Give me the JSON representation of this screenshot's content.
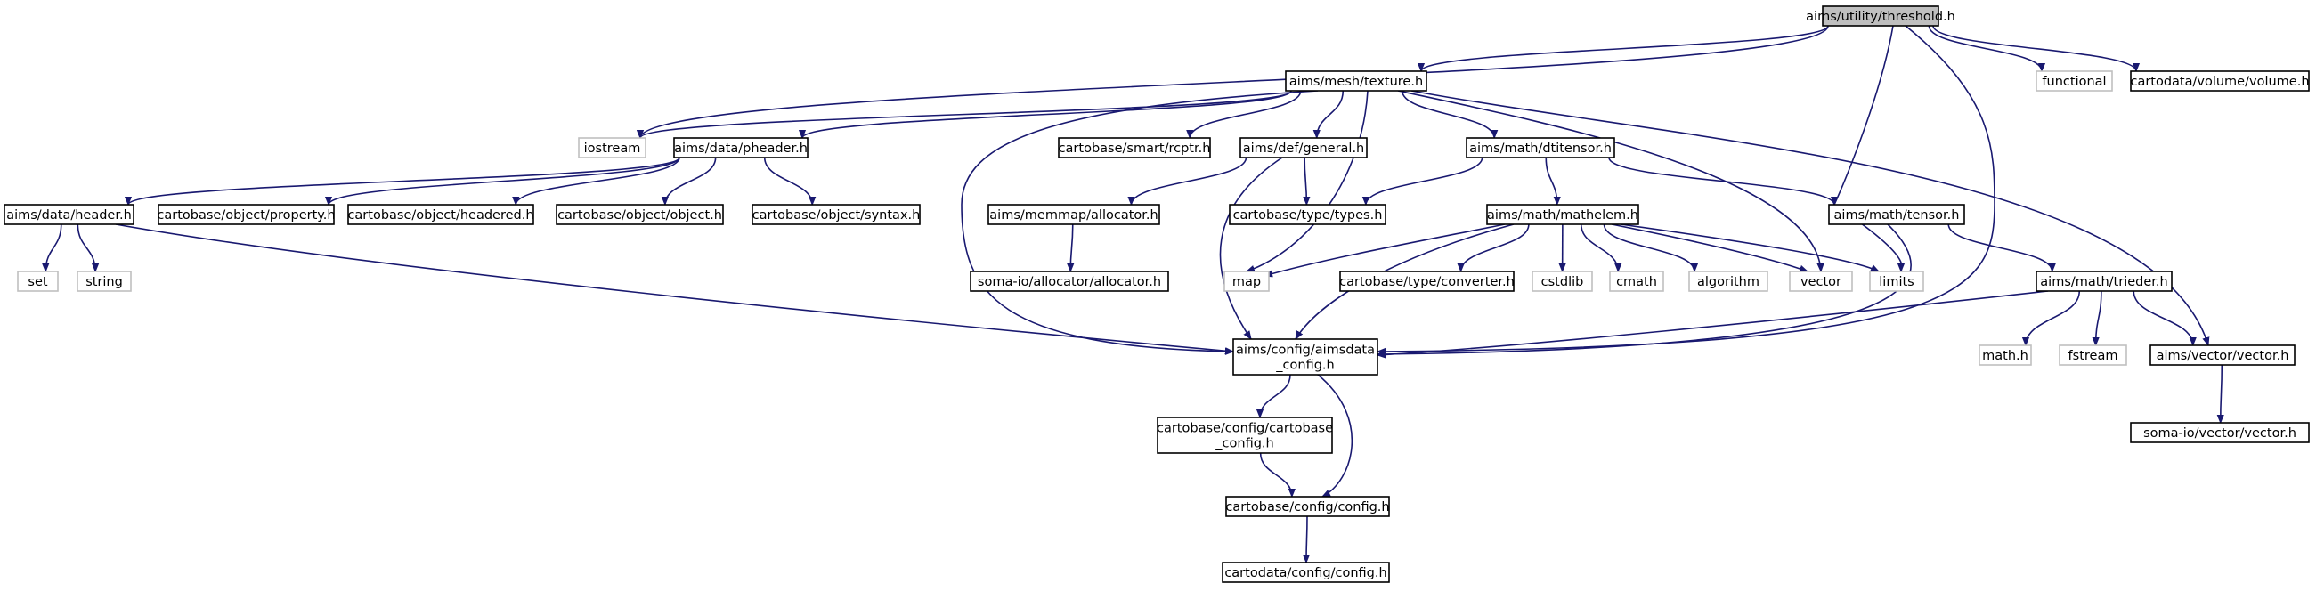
{
  "diagram": {
    "root": "threshold",
    "nodes": {
      "threshold": {
        "lines": [
          "aims/utility/threshold.h"
        ],
        "kind": "root"
      },
      "texture": {
        "lines": [
          "aims/mesh/texture.h"
        ],
        "kind": "doc"
      },
      "iostream": {
        "lines": [
          "iostream"
        ],
        "kind": "external"
      },
      "functional": {
        "lines": [
          "functional"
        ],
        "kind": "external"
      },
      "volume": {
        "lines": [
          "cartodata/volume/volume.h"
        ],
        "kind": "doc"
      },
      "pheader": {
        "lines": [
          "aims/data/pheader.h"
        ],
        "kind": "doc"
      },
      "rcptr": {
        "lines": [
          "cartobase/smart/rcptr.h"
        ],
        "kind": "doc"
      },
      "general": {
        "lines": [
          "aims/def/general.h"
        ],
        "kind": "doc"
      },
      "dtitensor": {
        "lines": [
          "aims/math/dtitensor.h"
        ],
        "kind": "doc"
      },
      "header": {
        "lines": [
          "aims/data/header.h"
        ],
        "kind": "doc"
      },
      "property": {
        "lines": [
          "cartobase/object/property.h"
        ],
        "kind": "doc"
      },
      "headered": {
        "lines": [
          "cartobase/object/headered.h"
        ],
        "kind": "doc"
      },
      "object": {
        "lines": [
          "cartobase/object/object.h"
        ],
        "kind": "doc"
      },
      "syntax": {
        "lines": [
          "cartobase/object/syntax.h"
        ],
        "kind": "doc"
      },
      "allocator": {
        "lines": [
          "aims/memmap/allocator.h"
        ],
        "kind": "doc"
      },
      "types": {
        "lines": [
          "cartobase/type/types.h"
        ],
        "kind": "doc"
      },
      "mathelem": {
        "lines": [
          "aims/math/mathelem.h"
        ],
        "kind": "doc"
      },
      "tensor": {
        "lines": [
          "aims/math/tensor.h"
        ],
        "kind": "doc"
      },
      "set": {
        "lines": [
          "set"
        ],
        "kind": "external"
      },
      "string": {
        "lines": [
          "string"
        ],
        "kind": "external"
      },
      "somaalloc": {
        "lines": [
          "soma-io/allocator/allocator.h"
        ],
        "kind": "doc"
      },
      "map": {
        "lines": [
          "map"
        ],
        "kind": "external"
      },
      "converter": {
        "lines": [
          "cartobase/type/converter.h"
        ],
        "kind": "doc"
      },
      "cstdlib": {
        "lines": [
          "cstdlib"
        ],
        "kind": "external"
      },
      "cmath": {
        "lines": [
          "cmath"
        ],
        "kind": "external"
      },
      "algorithm": {
        "lines": [
          "algorithm"
        ],
        "kind": "external"
      },
      "vector": {
        "lines": [
          "vector"
        ],
        "kind": "external"
      },
      "limits": {
        "lines": [
          "limits"
        ],
        "kind": "external"
      },
      "trieder": {
        "lines": [
          "aims/math/trieder.h"
        ],
        "kind": "doc"
      },
      "aimsdata_config": {
        "lines": [
          "aims/config/aimsdata",
          "_config.h"
        ],
        "kind": "doc"
      },
      "mathh": {
        "lines": [
          "math.h"
        ],
        "kind": "external"
      },
      "fstream": {
        "lines": [
          "fstream"
        ],
        "kind": "external"
      },
      "aimsvector": {
        "lines": [
          "aims/vector/vector.h"
        ],
        "kind": "doc"
      },
      "cartobase_config": {
        "lines": [
          "cartobase/config/cartobase",
          "_config.h"
        ],
        "kind": "doc"
      },
      "somavector": {
        "lines": [
          "soma-io/vector/vector.h"
        ],
        "kind": "doc"
      },
      "cbconfig": {
        "lines": [
          "cartobase/config/config.h"
        ],
        "kind": "doc"
      },
      "cdconfig": {
        "lines": [
          "cartodata/config/config.h"
        ],
        "kind": "doc"
      }
    },
    "edges": [
      [
        "threshold",
        "texture"
      ],
      [
        "threshold",
        "iostream"
      ],
      [
        "threshold",
        "functional"
      ],
      [
        "threshold",
        "volume"
      ],
      [
        "threshold",
        "limits"
      ],
      [
        "threshold",
        "aimsdata_config"
      ],
      [
        "texture",
        "iostream"
      ],
      [
        "texture",
        "pheader"
      ],
      [
        "texture",
        "rcptr"
      ],
      [
        "texture",
        "general"
      ],
      [
        "texture",
        "dtitensor"
      ],
      [
        "texture",
        "map"
      ],
      [
        "texture",
        "vector"
      ],
      [
        "texture",
        "aimsvector"
      ],
      [
        "texture",
        "aimsdata_config"
      ],
      [
        "pheader",
        "header"
      ],
      [
        "pheader",
        "property"
      ],
      [
        "pheader",
        "headered"
      ],
      [
        "pheader",
        "object"
      ],
      [
        "pheader",
        "syntax"
      ],
      [
        "header",
        "set"
      ],
      [
        "header",
        "string"
      ],
      [
        "header",
        "aimsdata_config"
      ],
      [
        "general",
        "allocator"
      ],
      [
        "general",
        "types"
      ],
      [
        "general",
        "aimsdata_config"
      ],
      [
        "allocator",
        "somaalloc"
      ],
      [
        "dtitensor",
        "types"
      ],
      [
        "dtitensor",
        "mathelem"
      ],
      [
        "dtitensor",
        "tensor"
      ],
      [
        "mathelem",
        "map"
      ],
      [
        "mathelem",
        "converter"
      ],
      [
        "mathelem",
        "cstdlib"
      ],
      [
        "mathelem",
        "cmath"
      ],
      [
        "mathelem",
        "algorithm"
      ],
      [
        "mathelem",
        "vector"
      ],
      [
        "mathelem",
        "limits"
      ],
      [
        "mathelem",
        "aimsdata_config"
      ],
      [
        "tensor",
        "trieder"
      ],
      [
        "tensor",
        "aimsdata_config"
      ],
      [
        "trieder",
        "mathh"
      ],
      [
        "trieder",
        "fstream"
      ],
      [
        "trieder",
        "aimsvector"
      ],
      [
        "trieder",
        "aimsdata_config"
      ],
      [
        "aimsvector",
        "somavector"
      ],
      [
        "aimsdata_config",
        "cartobase_config"
      ],
      [
        "aimsdata_config",
        "cbconfig"
      ],
      [
        "cartobase_config",
        "cbconfig"
      ],
      [
        "cbconfig",
        "cdconfig"
      ]
    ]
  }
}
